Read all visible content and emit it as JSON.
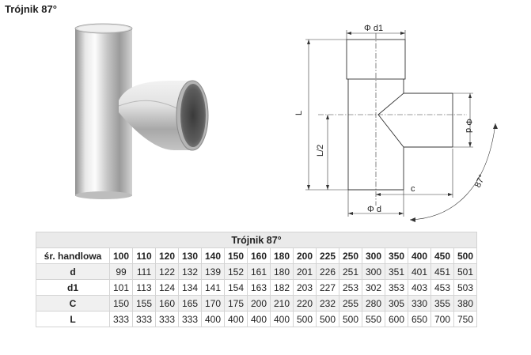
{
  "page": {
    "title": "Trójnik 87°"
  },
  "drawing": {
    "label_d1": "Φ d1",
    "label_L": "L",
    "label_L2": "L/2",
    "label_d_side": "Φ d",
    "label_d_bottom": "Φ d",
    "label_c": "c",
    "label_angle": "87°"
  },
  "table": {
    "caption": "Trójnik 87°",
    "header_label": "śr. handlowa",
    "columns": [
      "100",
      "110",
      "120",
      "130",
      "140",
      "150",
      "160",
      "180",
      "200",
      "225",
      "250",
      "300",
      "350",
      "400",
      "450",
      "500"
    ],
    "rows": [
      {
        "label": "d",
        "values": [
          "99",
          "111",
          "122",
          "132",
          "139",
          "152",
          "161",
          "180",
          "201",
          "226",
          "251",
          "300",
          "351",
          "401",
          "451",
          "501"
        ]
      },
      {
        "label": "d1",
        "values": [
          "101",
          "113",
          "124",
          "134",
          "141",
          "154",
          "163",
          "182",
          "203",
          "227",
          "253",
          "302",
          "353",
          "403",
          "453",
          "503"
        ]
      },
      {
        "label": "C",
        "values": [
          "150",
          "155",
          "160",
          "165",
          "170",
          "175",
          "200",
          "210",
          "220",
          "232",
          "255",
          "280",
          "305",
          "330",
          "355",
          "380"
        ]
      },
      {
        "label": "L",
        "values": [
          "333",
          "333",
          "333",
          "333",
          "400",
          "400",
          "400",
          "400",
          "500",
          "500",
          "500",
          "550",
          "600",
          "650",
          "700",
          "750"
        ]
      }
    ]
  }
}
